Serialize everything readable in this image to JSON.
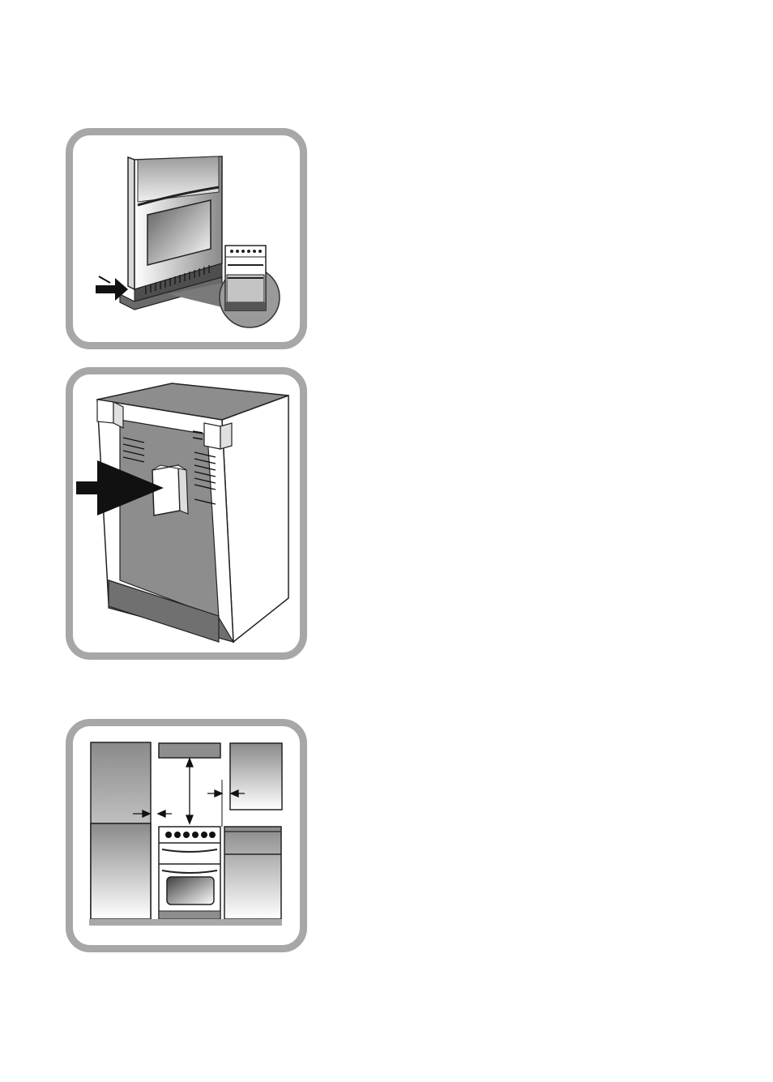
{
  "page": {
    "background": "#ffffff",
    "frame_color": "#a7a7a7"
  },
  "figures": [
    {
      "id": "figure-1",
      "icon": "cooker-plinth-leveling-illustration",
      "elements": [
        "cooker-front-icon",
        "plinth-icon",
        "push-arrow-icon",
        "magnifier-inset-icon"
      ]
    },
    {
      "id": "figure-2",
      "icon": "cooker-rear-connection-illustration",
      "elements": [
        "cooker-rear-panel-icon",
        "connection-box-icon",
        "large-arrow-icon"
      ]
    },
    {
      "id": "figure-3",
      "icon": "kitchen-clearance-illustration",
      "elements": [
        "left-tall-cabinet-icon",
        "overhead-hood-icon",
        "right-wall-cabinet-icon",
        "cooker-icon",
        "right-base-unit-icon",
        "clearance-arrow-icon"
      ]
    }
  ]
}
